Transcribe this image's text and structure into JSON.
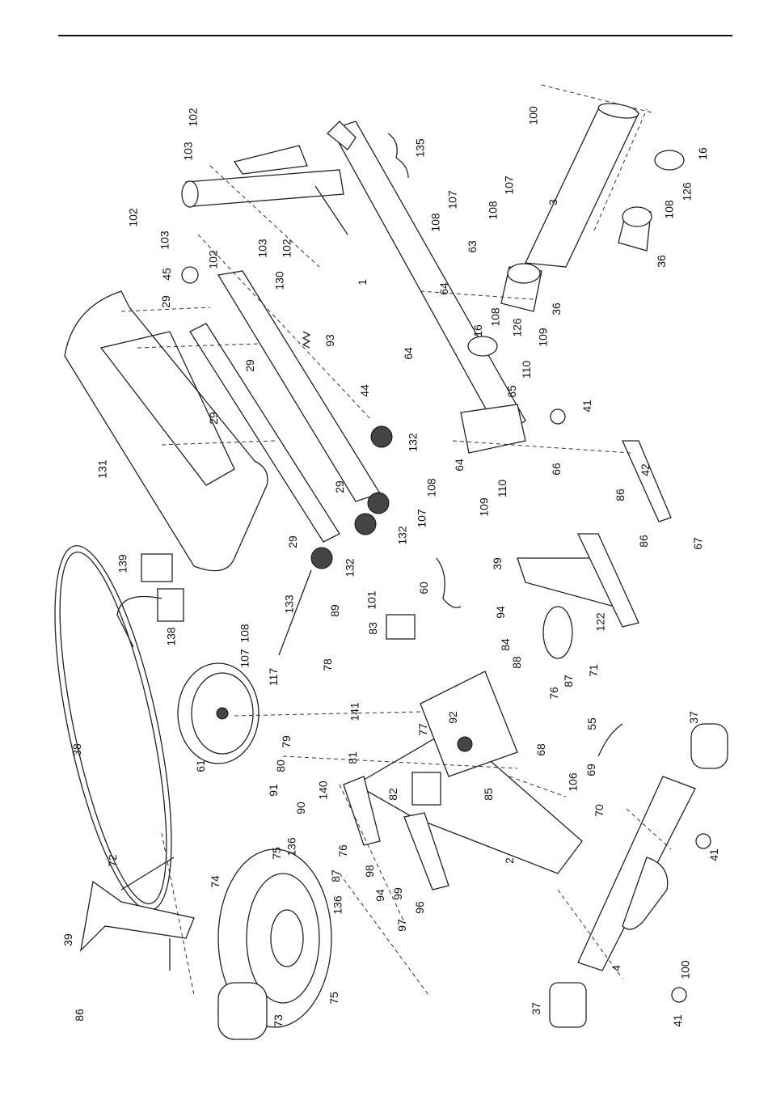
{
  "labels": {
    "l102a": "102",
    "l103a": "103",
    "l102b": "102",
    "l103b": "103",
    "l102c": "102",
    "l103c": "103",
    "l102d": "102",
    "l45": "45",
    "l29a": "29",
    "l130": "130",
    "l29b": "29",
    "l93": "93",
    "l29c": "29",
    "l44": "44",
    "l131": "131",
    "l29d": "29",
    "l29e": "29",
    "l132a": "132",
    "l132b": "132",
    "l132c": "132",
    "l1": "1",
    "l64a": "64",
    "l64b": "64",
    "l64c": "64",
    "l135": "135",
    "l108a": "108",
    "l107a": "107",
    "l63": "63",
    "l108b": "108",
    "l107b": "107",
    "l100a": "100",
    "l3": "3",
    "l16a": "16",
    "l126a": "126",
    "l108c": "108",
    "l36a": "36",
    "l16b": "16",
    "l108d": "108",
    "l126b": "126",
    "l36b": "36",
    "l109a": "109",
    "l110a": "110",
    "l65": "65",
    "l41a": "41",
    "l66": "66",
    "l42": "42",
    "l108e": "108",
    "l107c": "107",
    "l109b": "109",
    "l110b": "110",
    "l86a": "86",
    "l86b": "86",
    "l67": "67",
    "l39a": "39",
    "l60": "60",
    "l139": "139",
    "l138": "138",
    "l133": "133",
    "l108f": "108",
    "l107d": "107",
    "l117": "117",
    "l89": "89",
    "l101": "101",
    "l83": "83",
    "l94a": "94",
    "l84": "84",
    "l122": "122",
    "l71": "71",
    "l88": "88",
    "l87a": "87",
    "l76a": "76",
    "l78": "78",
    "l141": "141",
    "l92": "92",
    "l77": "77",
    "l55": "55",
    "l38": "38",
    "l61": "61",
    "l79": "79",
    "l80": "80",
    "l81": "81",
    "l68": "68",
    "l91": "91",
    "l90": "90",
    "l140": "140",
    "l82": "82",
    "l85": "85",
    "l69": "69",
    "l106": "106",
    "l70": "70",
    "l37a": "37",
    "l72": "72",
    "l75a": "75",
    "l136a": "136",
    "l76b": "76",
    "l87b": "87",
    "l98": "98",
    "l94b": "94",
    "l99": "99",
    "l96": "96",
    "l2": "2",
    "l97": "97",
    "l41b": "41",
    "l39b": "39",
    "l74": "74",
    "l136b": "136",
    "l4": "4",
    "l100b": "100",
    "l86c": "86",
    "l73": "73",
    "l75b": "75",
    "l37b": "37",
    "l41c": "41"
  }
}
